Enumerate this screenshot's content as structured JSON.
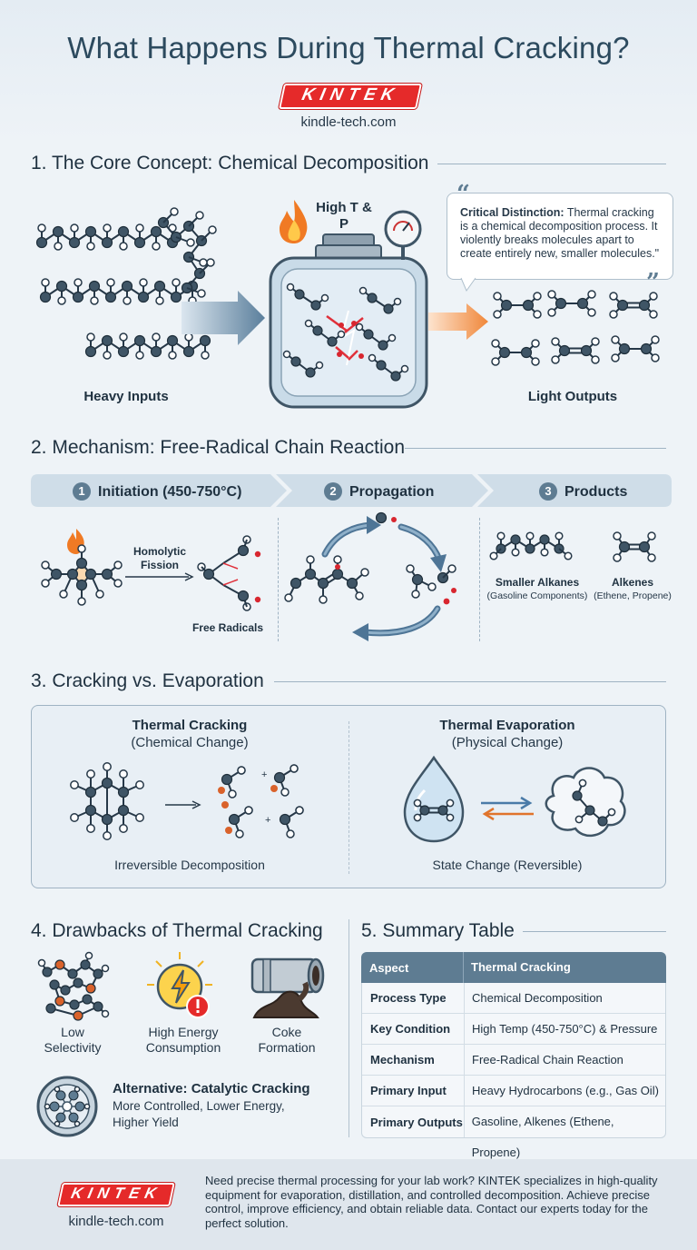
{
  "header": {
    "title": "What Happens During Thermal Cracking?",
    "logo": "KINTEK",
    "url": "kindle-tech.com"
  },
  "section1": {
    "title": "1. The Core Concept: Chemical Decomposition",
    "heavy_label": "Heavy Inputs",
    "light_label": "Light Outputs",
    "reactor_label": "High T & P",
    "quote_bold": "Critical Distinction:",
    "quote_text": "Thermal cracking is a chemical decomposition process. It violently breaks molecules apart to create entirely new, smaller molecules.\""
  },
  "section2": {
    "title": "2. Mechanism: Free-Radical Chain Reaction",
    "steps": [
      {
        "num": "1",
        "label": "Initiation (450-750°C)"
      },
      {
        "num": "2",
        "label": "Propagation"
      },
      {
        "num": "3",
        "label": "Products"
      }
    ],
    "fission_label": "Homolytic Fission",
    "radicals_label": "Free Radicals",
    "product1": "Smaller Alkanes",
    "product1_sub": "(Gasoline Components)",
    "product2": "Alkenes",
    "product2_sub": "(Ethene, Propene)"
  },
  "section3": {
    "title": "3. Cracking vs. Evaporation",
    "left_title": "Thermal Cracking",
    "left_sub": "(Chemical Change)",
    "left_caption": "Irreversible Decomposition",
    "right_title": "Thermal Evaporation",
    "right_sub": "(Physical Change)",
    "right_caption": "State Change (Reversible)"
  },
  "section4": {
    "title": "4. Drawbacks of Thermal Cracking",
    "items": [
      {
        "label1": "Low",
        "label2": "Selectivity",
        "icon": "tangled-molecule-icon"
      },
      {
        "label1": "High Energy",
        "label2": "Consumption",
        "icon": "energy-warning-icon"
      },
      {
        "label1": "Coke",
        "label2": "Formation",
        "icon": "coke-pipe-icon"
      }
    ],
    "alt_title": "Alternative: Catalytic Cracking",
    "alt_text1": "More Controlled, Lower Energy,",
    "alt_text2": "Higher Yield"
  },
  "section5": {
    "title": "5. Summary Table",
    "headers": [
      "Aspect",
      "Thermal Cracking"
    ],
    "rows": [
      [
        "Process Type",
        "Chemical Decomposition"
      ],
      [
        "Key Condition",
        "High Temp (450-750°C) & Pressure"
      ],
      [
        "Mechanism",
        "Free-Radical Chain Reaction"
      ],
      [
        "Primary Input",
        "Heavy Hydrocarbons (e.g., Gas Oil)"
      ],
      [
        "Primary Outputs",
        "Gasoline, Alkenes (Ethene, Propene)"
      ]
    ]
  },
  "footer": {
    "logo": "KINTEK",
    "url": "kindle-tech.com",
    "text": "Need precise thermal processing for your lab work? KINTEK specializes in high-quality equipment for evaporation, distillation, and controlled decomposition. Achieve precise control, improve efficiency, and obtain reliable data. Contact our experts today for the perfect solution."
  },
  "colors": {
    "accent_red": "#e52a2a",
    "carbon": "#3f5566",
    "radical": "#d8262f",
    "step_bar": "#cfdde8",
    "table_header": "#5e7c92"
  }
}
